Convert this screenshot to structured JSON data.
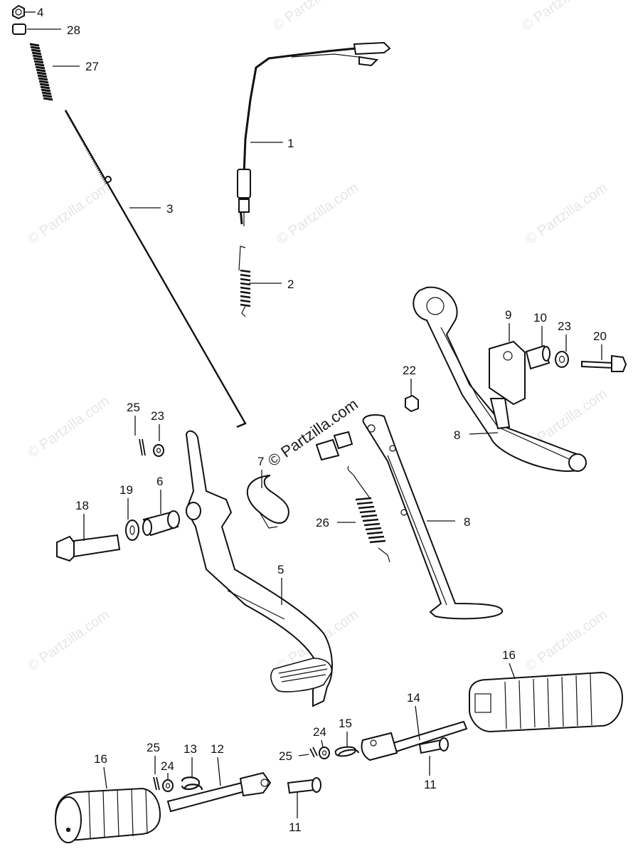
{
  "watermark": {
    "tile_text": "© Partzilla.com",
    "center_text": "© Partzilla.com"
  },
  "callouts": [
    {
      "id": "c4",
      "text": "4"
    },
    {
      "id": "c28",
      "text": "28"
    },
    {
      "id": "c27",
      "text": "27"
    },
    {
      "id": "c1",
      "text": "1"
    },
    {
      "id": "c3",
      "text": "3"
    },
    {
      "id": "c2",
      "text": "2"
    },
    {
      "id": "c9",
      "text": "9"
    },
    {
      "id": "c10",
      "text": "10"
    },
    {
      "id": "c23a",
      "text": "23"
    },
    {
      "id": "c20",
      "text": "20"
    },
    {
      "id": "c22",
      "text": "22"
    },
    {
      "id": "c8a",
      "text": "8"
    },
    {
      "id": "c25a",
      "text": "25"
    },
    {
      "id": "c23b",
      "text": "23"
    },
    {
      "id": "c7",
      "text": "7"
    },
    {
      "id": "c18",
      "text": "18"
    },
    {
      "id": "c19",
      "text": "19"
    },
    {
      "id": "c6",
      "text": "6"
    },
    {
      "id": "c26",
      "text": "26"
    },
    {
      "id": "c8b",
      "text": "8"
    },
    {
      "id": "c5",
      "text": "5"
    },
    {
      "id": "c16a",
      "text": "16"
    },
    {
      "id": "c14",
      "text": "14"
    },
    {
      "id": "c24a",
      "text": "24"
    },
    {
      "id": "c15",
      "text": "15"
    },
    {
      "id": "c25b",
      "text": "25"
    },
    {
      "id": "c11a",
      "text": "11"
    },
    {
      "id": "c16b",
      "text": "16"
    },
    {
      "id": "c25c",
      "text": "25"
    },
    {
      "id": "c13",
      "text": "13"
    },
    {
      "id": "c12",
      "text": "12"
    },
    {
      "id": "c24b",
      "text": "24"
    },
    {
      "id": "c11b",
      "text": "11"
    }
  ]
}
